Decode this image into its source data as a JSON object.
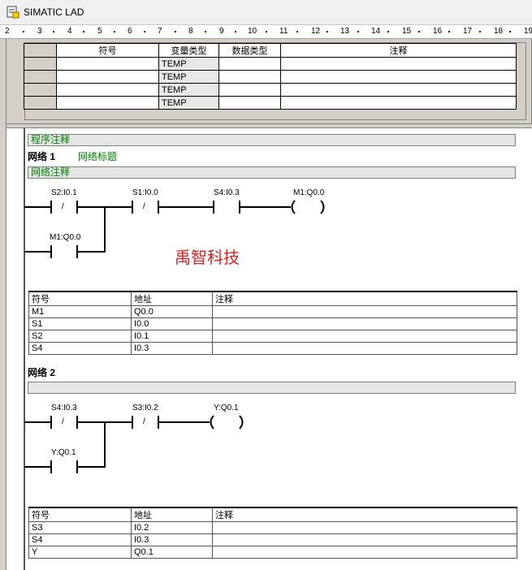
{
  "window": {
    "title": "SIMATIC LAD"
  },
  "ruler": {
    "marks": [
      "2",
      "3",
      "4",
      "5",
      "6",
      "7",
      "8",
      "9",
      "10",
      "11",
      "12",
      "13",
      "14",
      "15",
      "16",
      "17",
      "18",
      "19"
    ]
  },
  "declaration": {
    "headers": [
      "符号",
      "变量类型",
      "数据类型",
      "注释"
    ],
    "rows": [
      {
        "symbol": "",
        "var_type": "TEMP",
        "data_type": "",
        "comment": ""
      },
      {
        "symbol": "",
        "var_type": "TEMP",
        "data_type": "",
        "comment": ""
      },
      {
        "symbol": "",
        "var_type": "TEMP",
        "data_type": "",
        "comment": ""
      },
      {
        "symbol": "",
        "var_type": "TEMP",
        "data_type": "",
        "comment": ""
      }
    ]
  },
  "program": {
    "comment": "程序注释",
    "networks": [
      {
        "label": "网络 1",
        "title": "网络标题",
        "comment": "网络注释",
        "elements": {
          "contact1": "S2:I0.1",
          "contact2": "S1:I0.0",
          "contact3": "S4:I0.3",
          "coil": "M1:Q0.0",
          "branch_contact": "M1:Q0.0",
          "ncs": "/",
          "nc_symbol": "/"
        },
        "symbol_table": {
          "headers": [
            "符号",
            "地址",
            "注释"
          ],
          "rows": [
            {
              "symbol": "M1",
              "address": "Q0.0",
              "comment": ""
            },
            {
              "symbol": "S1",
              "address": "I0.0",
              "comment": ""
            },
            {
              "symbol": "S2",
              "address": "I0.1",
              "comment": ""
            },
            {
              "symbol": "S4",
              "address": "I0.3",
              "comment": ""
            }
          ]
        }
      },
      {
        "label": "网络 2",
        "title": "",
        "comment": "",
        "elements": {
          "contact1": "S4:I0.3",
          "contact2": "S3:I0.2",
          "coil": "Y:Q0.1",
          "branch_contact": "Y:Q0.1",
          "ncs": "/",
          "nc_symbol": "/"
        },
        "symbol_table": {
          "headers": [
            "符号",
            "地址",
            "注释"
          ],
          "rows": [
            {
              "symbol": "S3",
              "address": "I0.2",
              "comment": ""
            },
            {
              "symbol": "S4",
              "address": "I0.3",
              "comment": ""
            },
            {
              "symbol": "Y",
              "address": "Q0.1",
              "comment": ""
            }
          ]
        }
      }
    ]
  },
  "watermark": "禹智科技",
  "colors": {
    "comment_text": "#008000",
    "watermark": "#e02020",
    "panel": "#d4d0c8"
  },
  "icons": {
    "app": "lad-editor-icon"
  }
}
